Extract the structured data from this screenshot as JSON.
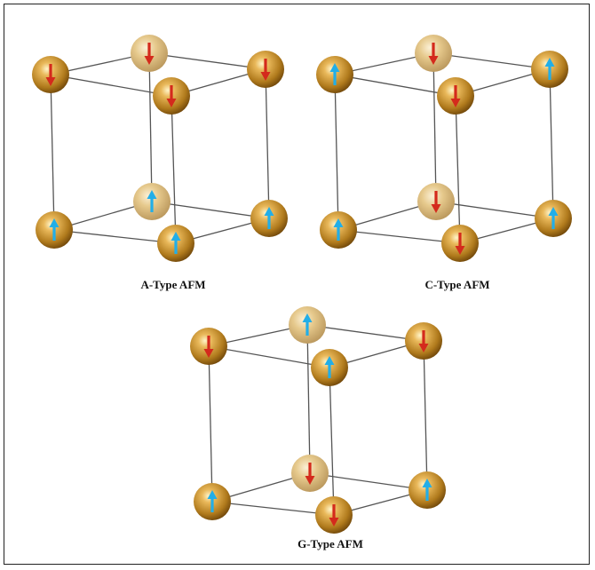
{
  "figure": {
    "panels": [
      {
        "caption": "A-Type AFM",
        "spins": {
          "top_back": "down",
          "top_left": "down",
          "top_right": "down",
          "top_front": "down",
          "bottom_back": "up",
          "bottom_left": "up",
          "bottom_right": "up",
          "bottom_front": "up"
        }
      },
      {
        "caption": "C-Type AFM",
        "spins": {
          "top_back": "down",
          "top_left": "up",
          "top_right": "up",
          "top_front": "down",
          "bottom_back": "down",
          "bottom_left": "up",
          "bottom_right": "up",
          "bottom_front": "down"
        }
      },
      {
        "caption": "G-Type AFM",
        "spins": {
          "top_back": "up",
          "top_left": "down",
          "top_right": "down",
          "top_front": "up",
          "bottom_back": "down",
          "bottom_left": "up",
          "bottom_right": "up",
          "bottom_front": "down"
        }
      }
    ]
  },
  "colors": {
    "up_arrow": "#22aee8",
    "down_arrow": "#d42a1c",
    "edge": "#555555",
    "atom_dark": "#8a5a0c",
    "atom_light": "#e8c27a",
    "atom_back_light": "#f1dcb0"
  }
}
